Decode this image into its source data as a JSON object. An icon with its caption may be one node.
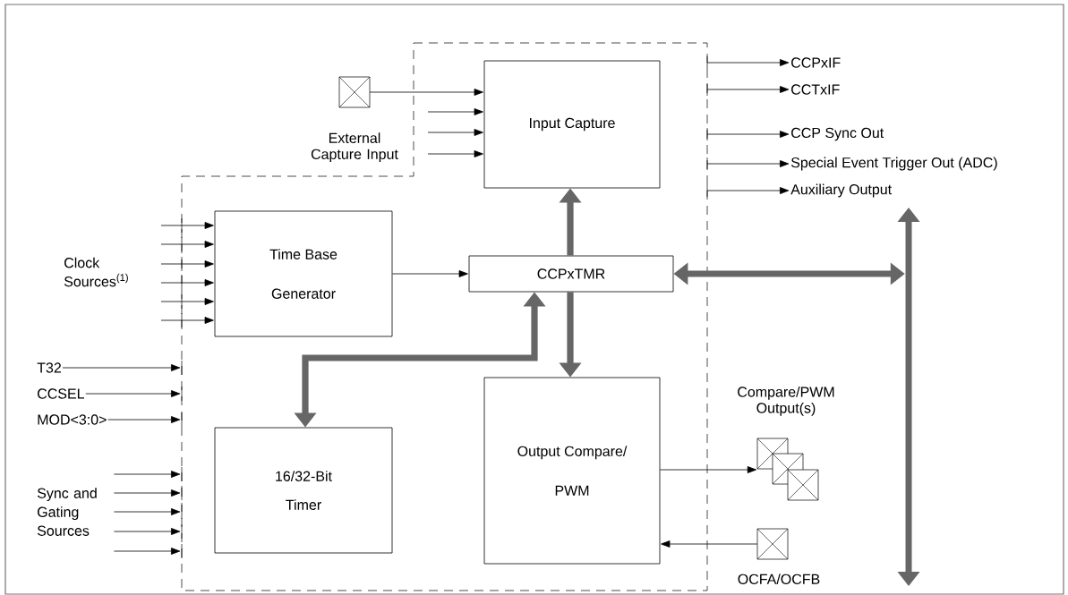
{
  "diagram": {
    "nodes": [
      {
        "text": [],
        "shape": "box",
        "beside": [
          "External Capture Input"
        ]
      },
      {
        "text": [
          "Input Capture"
        ]
      },
      {
        "text": [
          "CCPxIF"
        ]
      },
      {
        "text": [
          "CCTxIF"
        ]
      },
      {
        "text": [
          "CCP Sync Out"
        ]
      },
      {
        "text": [
          "Special Event Trigger Out (ADC)"
        ]
      },
      {
        "text": [
          "Auxiliary Output"
        ]
      },
      {
        "text": [
          "Time Base Generator"
        ]
      },
      {
        "text": [
          "CCPxTMR"
        ]
      },
      {
        "text": [],
        "shape": "bar"
      },
      {
        "text": [
          "T32"
        ]
      },
      {
        "text": [
          "CCSEL"
        ]
      },
      {
        "text": [
          "MOD<3:0>"
        ]
      },
      {
        "text": [
          "16/32-Bit Timer"
        ]
      },
      {
        "text": [
          "Output Compare/ PWM"
        ]
      },
      {
        "text": [],
        "shape": "box",
        "beside": [
          "Compare/PWM Output(s)"
        ]
      },
      {
        "text": [
          "Sync and Gating Sources"
        ]
      },
      {
        "text": [],
        "shape": "box",
        "beside": [
          "OCFA/OCFB"
        ]
      }
    ],
    "edges": [
      {
        "from": 0,
        "to": 1,
        "arrow": "to"
      },
      {
        "from": null,
        "to": 1,
        "arrow": "to"
      },
      {
        "from": null,
        "to": 1,
        "arrow": "to"
      },
      {
        "from": null,
        "to": 1,
        "arrow": "to"
      },
      {
        "from": null,
        "to": 2,
        "arrow": "to"
      },
      {
        "from": null,
        "to": 3,
        "arrow": "to"
      },
      {
        "from": null,
        "to": 4,
        "arrow": "to"
      },
      {
        "from": null,
        "to": 5,
        "arrow": "to"
      },
      {
        "from": null,
        "to": 6,
        "arrow": "to"
      },
      {
        "from": null,
        "to": 7,
        "arrow": "to"
      },
      {
        "from": null,
        "to": 7,
        "arrow": "to"
      },
      {
        "from": null,
        "to": 7,
        "arrow": "to"
      },
      {
        "from": null,
        "to": 7,
        "arrow": "to"
      },
      {
        "from": null,
        "to": 7,
        "arrow": "to"
      },
      {
        "from": null,
        "to": 7,
        "arrow": "to"
      },
      {
        "from": 7,
        "to": 8,
        "arrow": "to"
      },
      {
        "from": 8,
        "to": 1,
        "arrow": "to",
        "style": "thick",
        "color": "#666666"
      },
      {
        "from": 8,
        "to": 14,
        "arrow": "to",
        "style": "thick",
        "color": "#666666"
      },
      {
        "from": 13,
        "to": 8,
        "arrow": "both",
        "style": "thick",
        "color": "#666666"
      },
      {
        "from": 8,
        "to": 9,
        "arrow": "both",
        "style": "thick",
        "color": "#666666"
      },
      {
        "from": 10,
        "to": null,
        "arrow": "to"
      },
      {
        "from": 11,
        "to": null,
        "arrow": "to"
      },
      {
        "from": 12,
        "to": null,
        "arrow": "to"
      },
      {
        "from": 16,
        "to": null,
        "arrow": "to"
      },
      {
        "from": 16,
        "to": null,
        "arrow": "to"
      },
      {
        "from": 16,
        "to": null,
        "arrow": "to"
      },
      {
        "from": 16,
        "to": null,
        "arrow": "to"
      },
      {
        "from": 16,
        "to": null,
        "arrow": "to"
      },
      {
        "from": 14,
        "to": 15,
        "arrow": "to"
      },
      {
        "from": 17,
        "to": 14,
        "arrow": "to"
      }
    ],
    "labels": [
      "Clock Sources$^{(1)}$"
    ]
  }
}
